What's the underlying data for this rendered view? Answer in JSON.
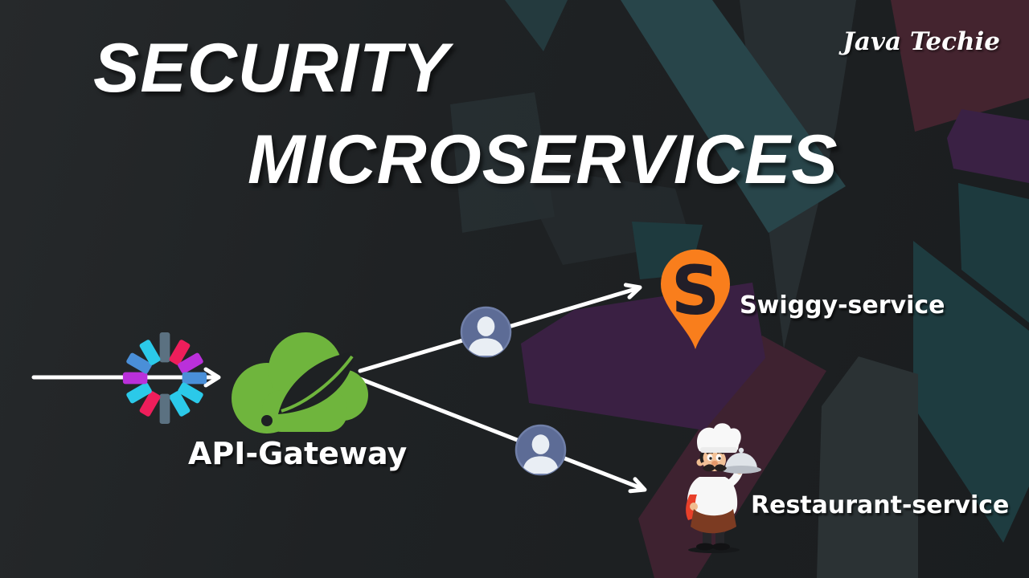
{
  "brand": {
    "name": "Java Techie"
  },
  "title": {
    "line1": "SECURITY",
    "line2": "MICROSERVICES"
  },
  "diagram": {
    "gateway": {
      "label": "API-Gateway",
      "logo": "spring-cloud-logo"
    },
    "services": [
      {
        "id": "swiggy",
        "label": "Swiggy-service",
        "logo_letter": "S"
      },
      {
        "id": "restaurant",
        "label": "Restaurant-service"
      }
    ],
    "edges": [
      {
        "from": "client-request",
        "to": "api-gateway",
        "via": "burst-spinner-icon"
      },
      {
        "from": "api-gateway",
        "to": "swiggy-service",
        "via": "user-avatar-icon"
      },
      {
        "from": "api-gateway",
        "to": "restaurant-service",
        "via": "user-avatar-icon"
      }
    ]
  },
  "burst": {
    "rays": [
      {
        "color": "#5b7181",
        "long": true
      },
      {
        "color": "#ee1e5b",
        "long": false
      },
      {
        "color": "#ba30da",
        "long": false
      },
      {
        "color": "#4a8fd8",
        "long": false
      },
      {
        "color": "#2bc9e9",
        "long": false
      },
      {
        "color": "#2bc9e9",
        "long": false
      },
      {
        "color": "#5b7181",
        "long": true
      },
      {
        "color": "#ee1e5b",
        "long": false
      },
      {
        "color": "#2bc9e9",
        "long": false
      },
      {
        "color": "#ba30da",
        "long": false
      },
      {
        "color": "#4a8fd8",
        "long": false
      },
      {
        "color": "#2bc9e9",
        "long": false
      }
    ]
  },
  "colors": {
    "background": "#1f2224",
    "title_text": "#ffffff",
    "arrow": "#ffffff",
    "spring_green": "#6fb53d",
    "leaf_dark": "#1e2123",
    "swiggy_orange": "#f97e1c",
    "swiggy_letter_dark": "#221e28",
    "avatar_blue": "#5d6c96",
    "avatar_silhouette": "#e9eef4",
    "apron_brown": "#7c3b22",
    "towel_red": "#e8402a",
    "bg_shape_teal": "#28454a",
    "bg_shape_maroon": "#44242f",
    "bg_shape_purple": "#3a2144"
  }
}
